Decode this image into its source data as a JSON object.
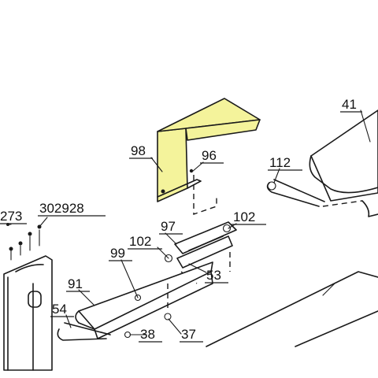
{
  "callouts": {
    "c41": "41",
    "c98": "98",
    "c96": "96",
    "c112": "112",
    "c273": "273",
    "c302928": "302928",
    "c97": "97",
    "c102a": "102",
    "c102b": "102",
    "c99": "99",
    "c53": "53",
    "c91": "91",
    "c54": "54",
    "c38": "38",
    "c37": "37"
  },
  "colors": {
    "highlight": "#f4f39b",
    "line": "#1a1a1a"
  }
}
